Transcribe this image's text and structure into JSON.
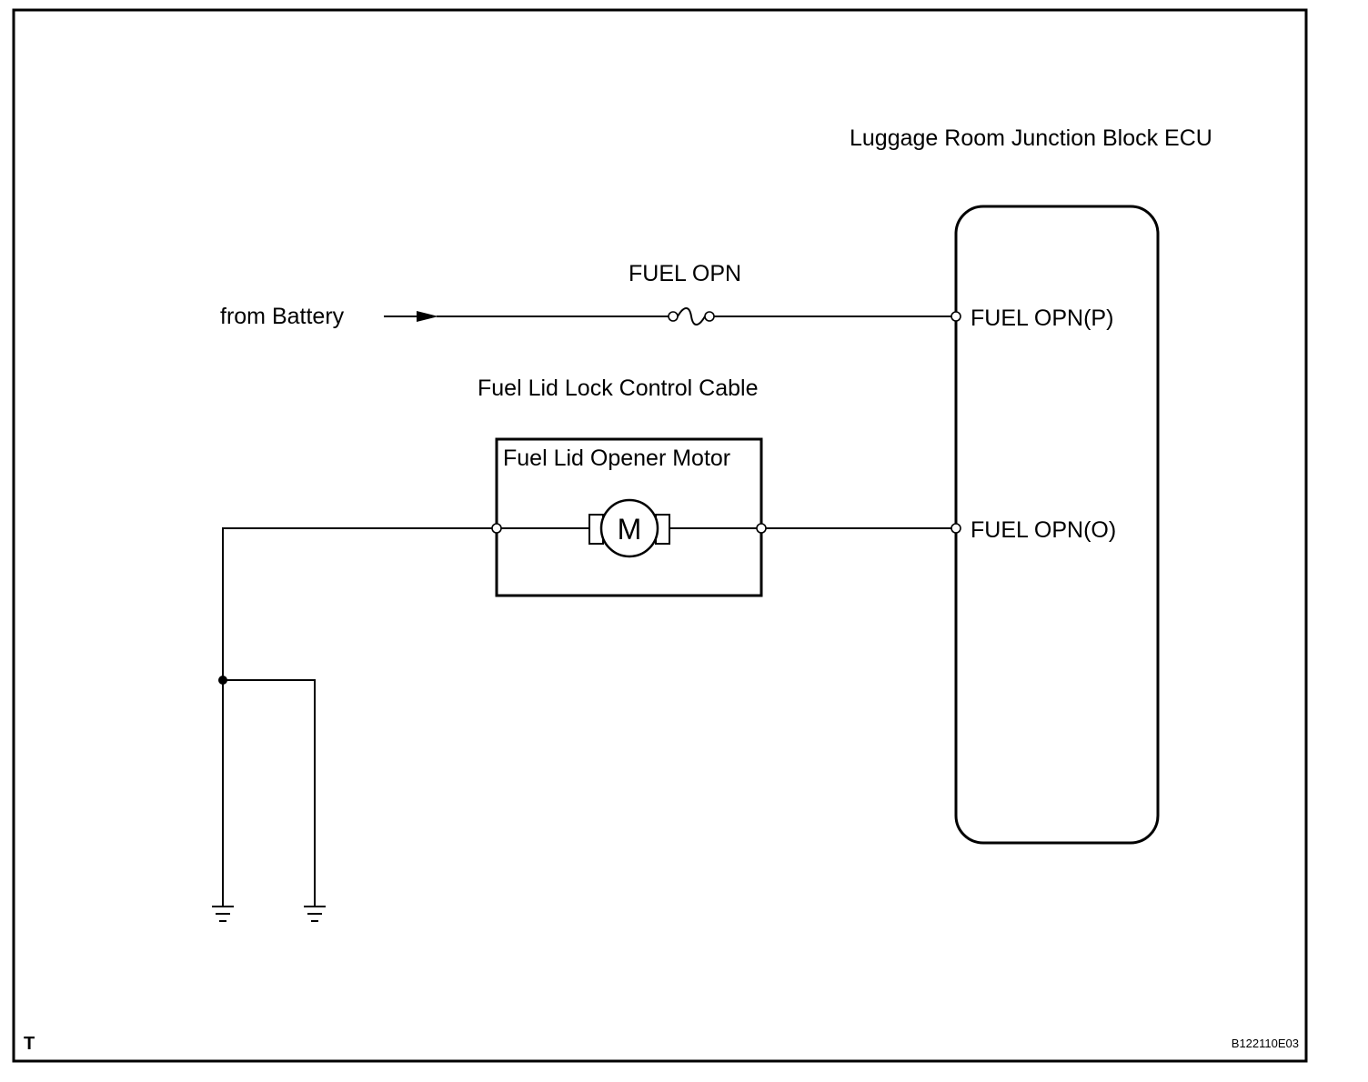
{
  "ecu": {
    "title": "Luggage Room Junction Block ECU",
    "terminals": [
      "FUEL OPN(P)",
      "FUEL OPN(O)"
    ]
  },
  "power": {
    "source_label": "from Battery",
    "fuse_label": "FUEL OPN"
  },
  "cable_label": "Fuel Lid Lock Control Cable",
  "motor": {
    "title": "Fuel Lid Opener Motor",
    "symbol_letter": "M"
  },
  "corner_marker": "T",
  "figure_code": "B122110E03",
  "colors": {
    "line": "#000000",
    "background": "#ffffff"
  }
}
